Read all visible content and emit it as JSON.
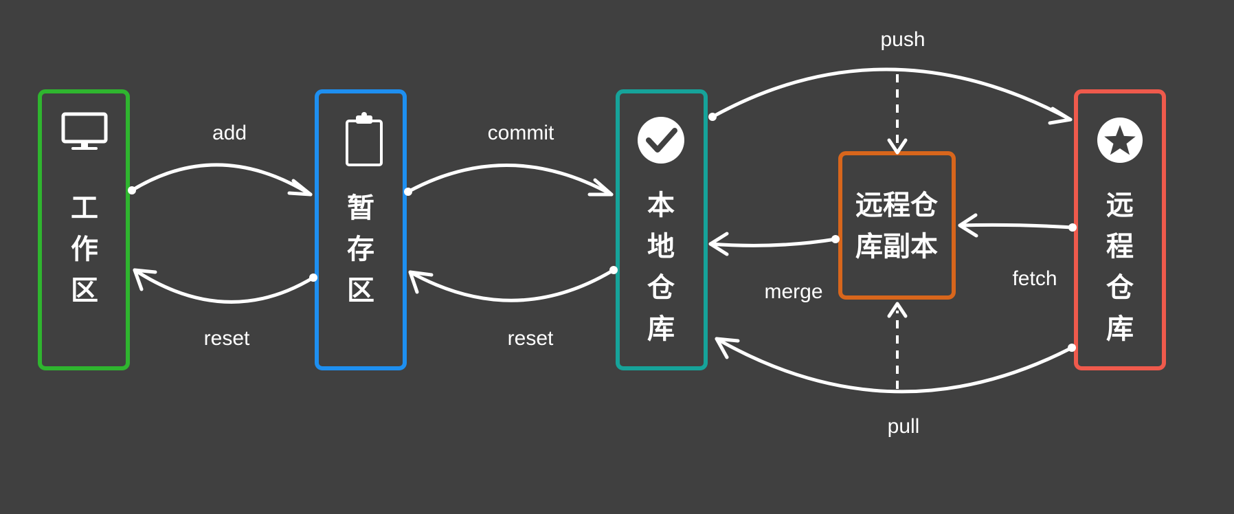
{
  "colors": {
    "background": "#404040",
    "working": "#2fb52f",
    "staging": "#1e8ff0",
    "local": "#16a39a",
    "copy": "#d8661c",
    "remote": "#ef5a4c",
    "arrow": "#ffffff"
  },
  "boxes": {
    "working": {
      "chars": [
        "工",
        "作",
        "区"
      ],
      "icon": "monitor-icon"
    },
    "staging": {
      "chars": [
        "暂",
        "存",
        "区"
      ],
      "icon": "clipboard-icon"
    },
    "local": {
      "chars": [
        "本",
        "地",
        "仓",
        "库"
      ],
      "icon": "check-circle-icon"
    },
    "copy": {
      "lines": [
        "远程仓",
        "库副本"
      ]
    },
    "remote": {
      "chars": [
        "远",
        "程",
        "仓",
        "库"
      ],
      "icon": "star-circle-icon"
    }
  },
  "labels": {
    "add": "add",
    "reset_left": "reset",
    "commit": "commit",
    "reset_right": "reset",
    "push": "push",
    "merge": "merge",
    "fetch": "fetch",
    "pull": "pull"
  }
}
